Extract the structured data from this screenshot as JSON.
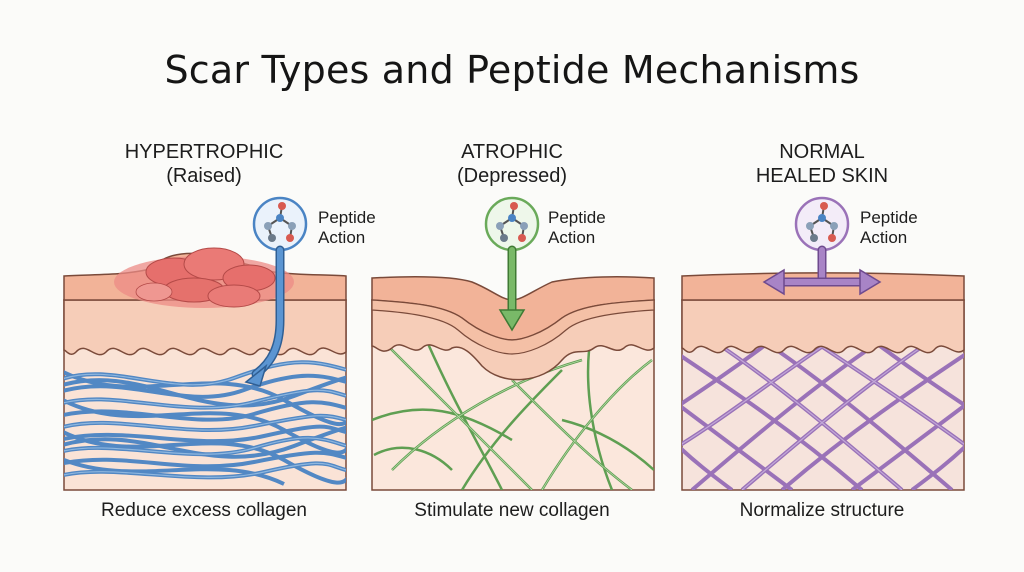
{
  "title": "Scar Types and Peptide Mechanisms",
  "panels": [
    {
      "title_line1": "HYPERTROPHIC",
      "title_line2": "(Raised)",
      "action_line1": "Peptide",
      "action_line2": "Action",
      "caption": "Reduce excess collagen",
      "accent": "#4a84c4"
    },
    {
      "title_line1": "ATROPHIC",
      "title_line2": "(Depressed)",
      "action_line1": "Peptide",
      "action_line2": "Action",
      "caption": "Stimulate new collagen",
      "accent": "#6aaa5a"
    },
    {
      "title_line1": "NORMAL",
      "title_line2": "HEALED SKIN",
      "action_line1": "Peptide",
      "action_line2": "Action",
      "caption": "Normalize structure",
      "accent": "#9a72b8"
    }
  ],
  "colors": {
    "epidermis": "#f2b79a",
    "dermis": "#f8d8c8",
    "deep": "#fae6da",
    "outline": "#7a4a3a",
    "scar": "#e8787a"
  },
  "icons": [
    "molecule-icon",
    "arrow-down-icon",
    "arrow-left-right-icon"
  ]
}
